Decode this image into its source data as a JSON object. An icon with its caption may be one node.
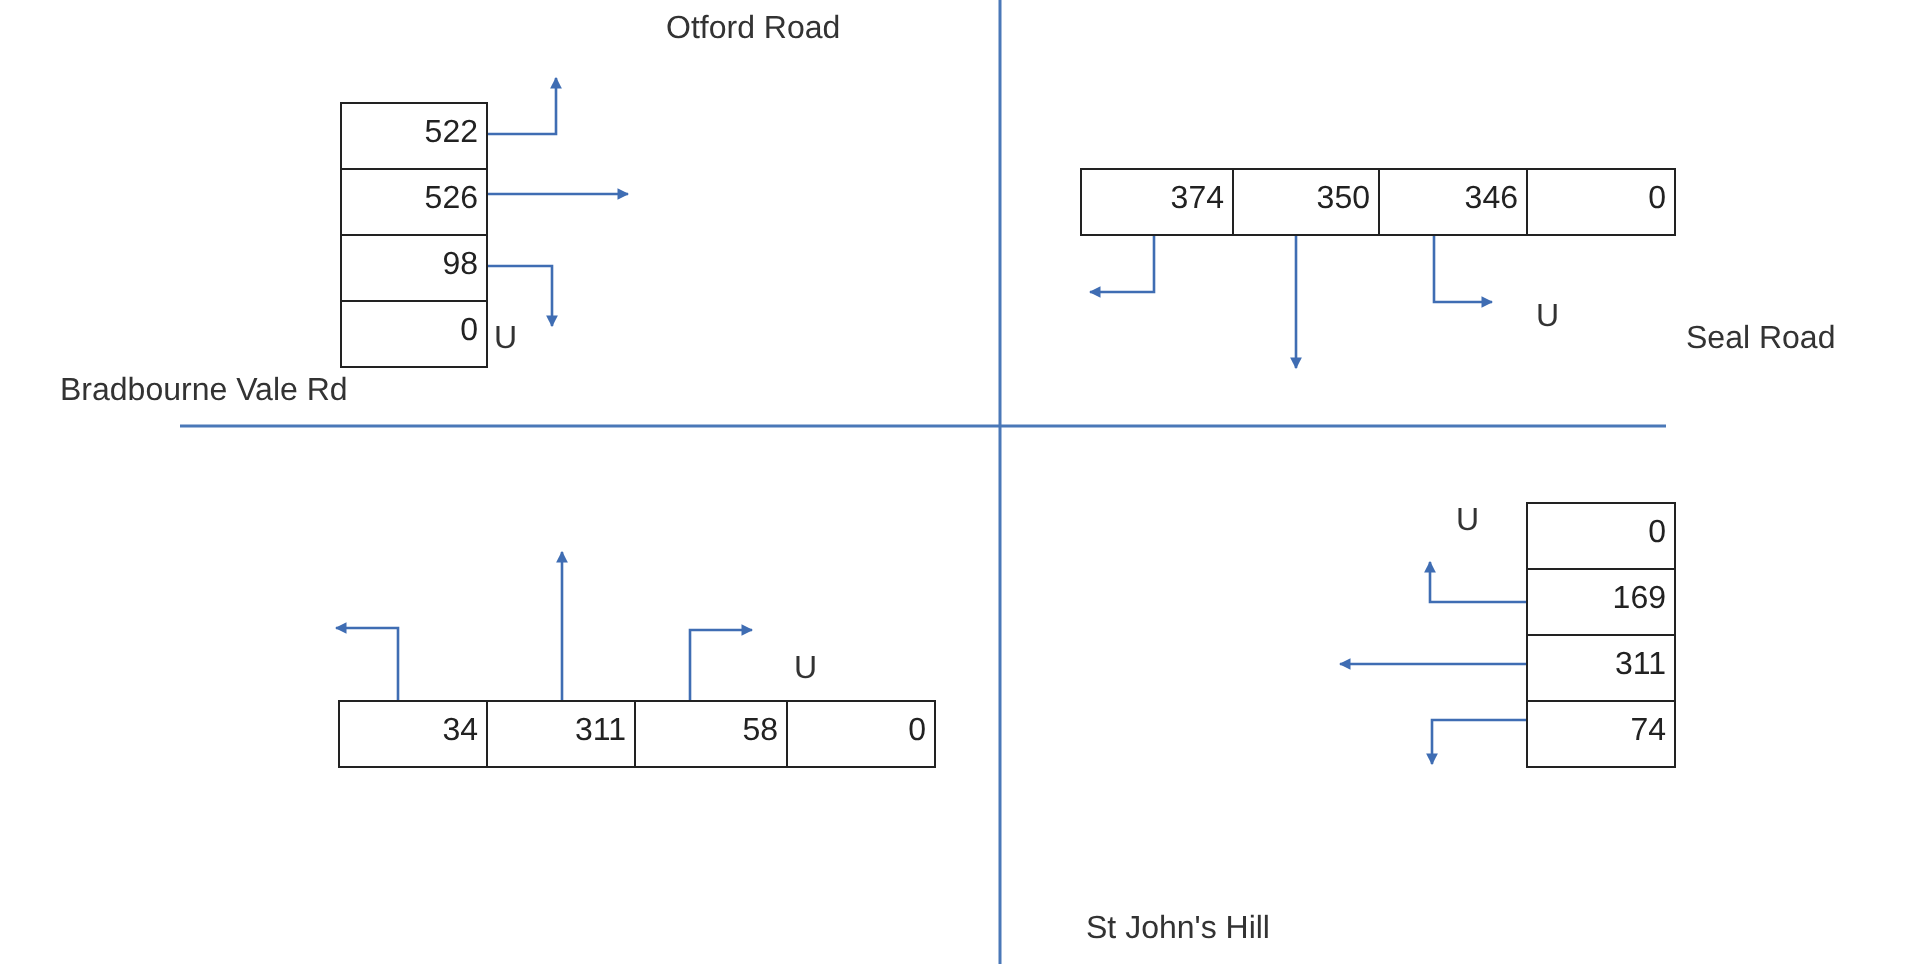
{
  "diagram": {
    "nodes": [
      {
        "text": [
          "522"
        ]
      },
      {
        "text": [
          "526"
        ]
      },
      {
        "text": [
          "98"
        ]
      },
      {
        "text": [
          "0"
        ]
      },
      {
        "text": [
          "374"
        ]
      },
      {
        "text": [
          "350"
        ]
      },
      {
        "text": [
          "346"
        ]
      },
      {
        "text": [
          "0"
        ]
      },
      {
        "text": [
          "34"
        ]
      },
      {
        "text": [
          "311"
        ]
      },
      {
        "text": [
          "58"
        ]
      },
      {
        "text": [
          "0"
        ]
      },
      {
        "text": [
          "0"
        ]
      },
      {
        "text": [
          "169"
        ]
      },
      {
        "text": [
          "311"
        ]
      },
      {
        "text": [
          "74"
        ]
      }
    ],
    "edges": [
      {
        "from": 0,
        "to": null,
        "arrow": "to"
      },
      {
        "from": 1,
        "to": null,
        "arrow": "to"
      },
      {
        "from": 2,
        "to": null,
        "arrow": "to"
      },
      {
        "from": 4,
        "to": null,
        "arrow": "to"
      },
      {
        "from": 5,
        "to": null,
        "arrow": "to"
      },
      {
        "from": 6,
        "to": null,
        "arrow": "to"
      },
      {
        "from": 8,
        "to": null,
        "arrow": "to"
      },
      {
        "from": 9,
        "to": null,
        "arrow": "to"
      },
      {
        "from": 10,
        "to": null,
        "arrow": "to"
      },
      {
        "from": 13,
        "to": null,
        "arrow": "to"
      },
      {
        "from": 14,
        "to": null,
        "arrow": "to"
      },
      {
        "from": 15,
        "to": null,
        "arrow": "to"
      }
    ],
    "labels": [
      "Otford Road",
      "U",
      "U",
      "Seal Road",
      "Bradbourne Vale Rd",
      "U",
      "U",
      "St John's Hill"
    ]
  }
}
